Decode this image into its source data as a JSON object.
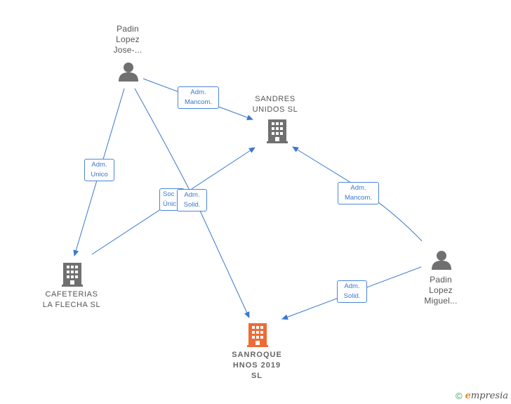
{
  "nodes": {
    "padin_jose": {
      "label": "Padin\nLopez\nJose-...",
      "type": "person"
    },
    "padin_miguel": {
      "label": "Padin\nLopez\nMiguel...",
      "type": "person"
    },
    "sandres": {
      "label": "SANDRES\nUNIDOS SL",
      "type": "company"
    },
    "cafeterias": {
      "label": "CAFETERIAS\nLA FLECHA  SL",
      "type": "company"
    },
    "sanroque": {
      "label": "SANROQUE\nHNOS 2019\nSL",
      "type": "company-main"
    }
  },
  "edge_labels": {
    "jose_sandres": "Adm.\nMancom.",
    "jose_cafeterias": "Adm.\nUnico",
    "cafeterias_sandres": "Soc\nÚnic",
    "jose_sanroque": "Adm.\nSolid.",
    "miguel_sandres": "Adm.\nMancom.",
    "miguel_sanroque": "Adm.\nSolid."
  },
  "colors": {
    "edge": "#3a78cc",
    "person_icon": "#707070",
    "company_icon": "#707070",
    "main_company_icon": "#f06a35"
  },
  "footer": {
    "copyright": "©",
    "brand_e": "e",
    "brand_rest": "mpresia"
  }
}
